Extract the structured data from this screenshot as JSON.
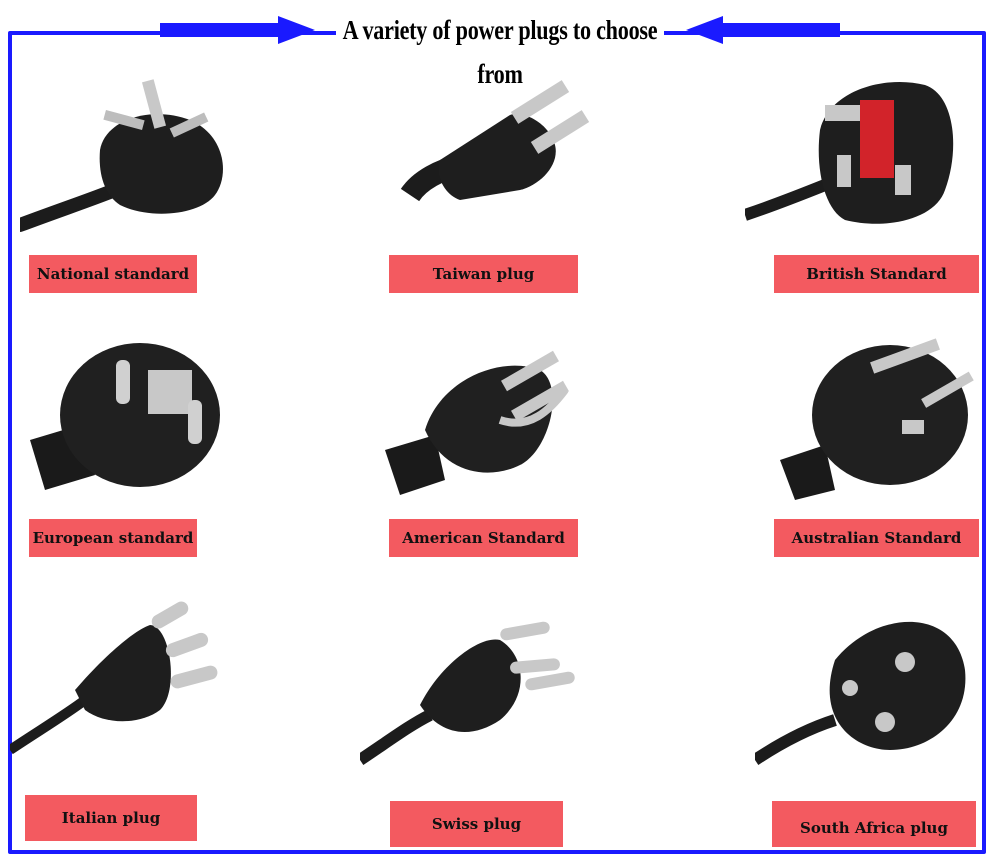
{
  "header": {
    "title": "A variety of power plugs to choose from"
  },
  "colors": {
    "frame": "#1a1aff",
    "label_bg": "#f35a60",
    "plug_body": "#1c1c1c",
    "pin_metal": "#c8c8c8",
    "british_fuse": "#d2232a"
  },
  "plugs": [
    {
      "label": "National standard",
      "icon": "national-standard-plug-icon"
    },
    {
      "label": "Taiwan plug",
      "icon": "taiwan-plug-icon"
    },
    {
      "label": "British Standard",
      "icon": "british-standard-plug-icon"
    },
    {
      "label": "European standard",
      "icon": "european-standard-plug-icon"
    },
    {
      "label": "American Standard",
      "icon": "american-standard-plug-icon"
    },
    {
      "label": "Australian Standard",
      "icon": "australian-standard-plug-icon"
    },
    {
      "label": "Italian plug",
      "icon": "italian-plug-icon"
    },
    {
      "label": "Swiss plug",
      "icon": "swiss-plug-icon"
    },
    {
      "label": "South Africa plug",
      "icon": "south-africa-plug-icon"
    }
  ]
}
